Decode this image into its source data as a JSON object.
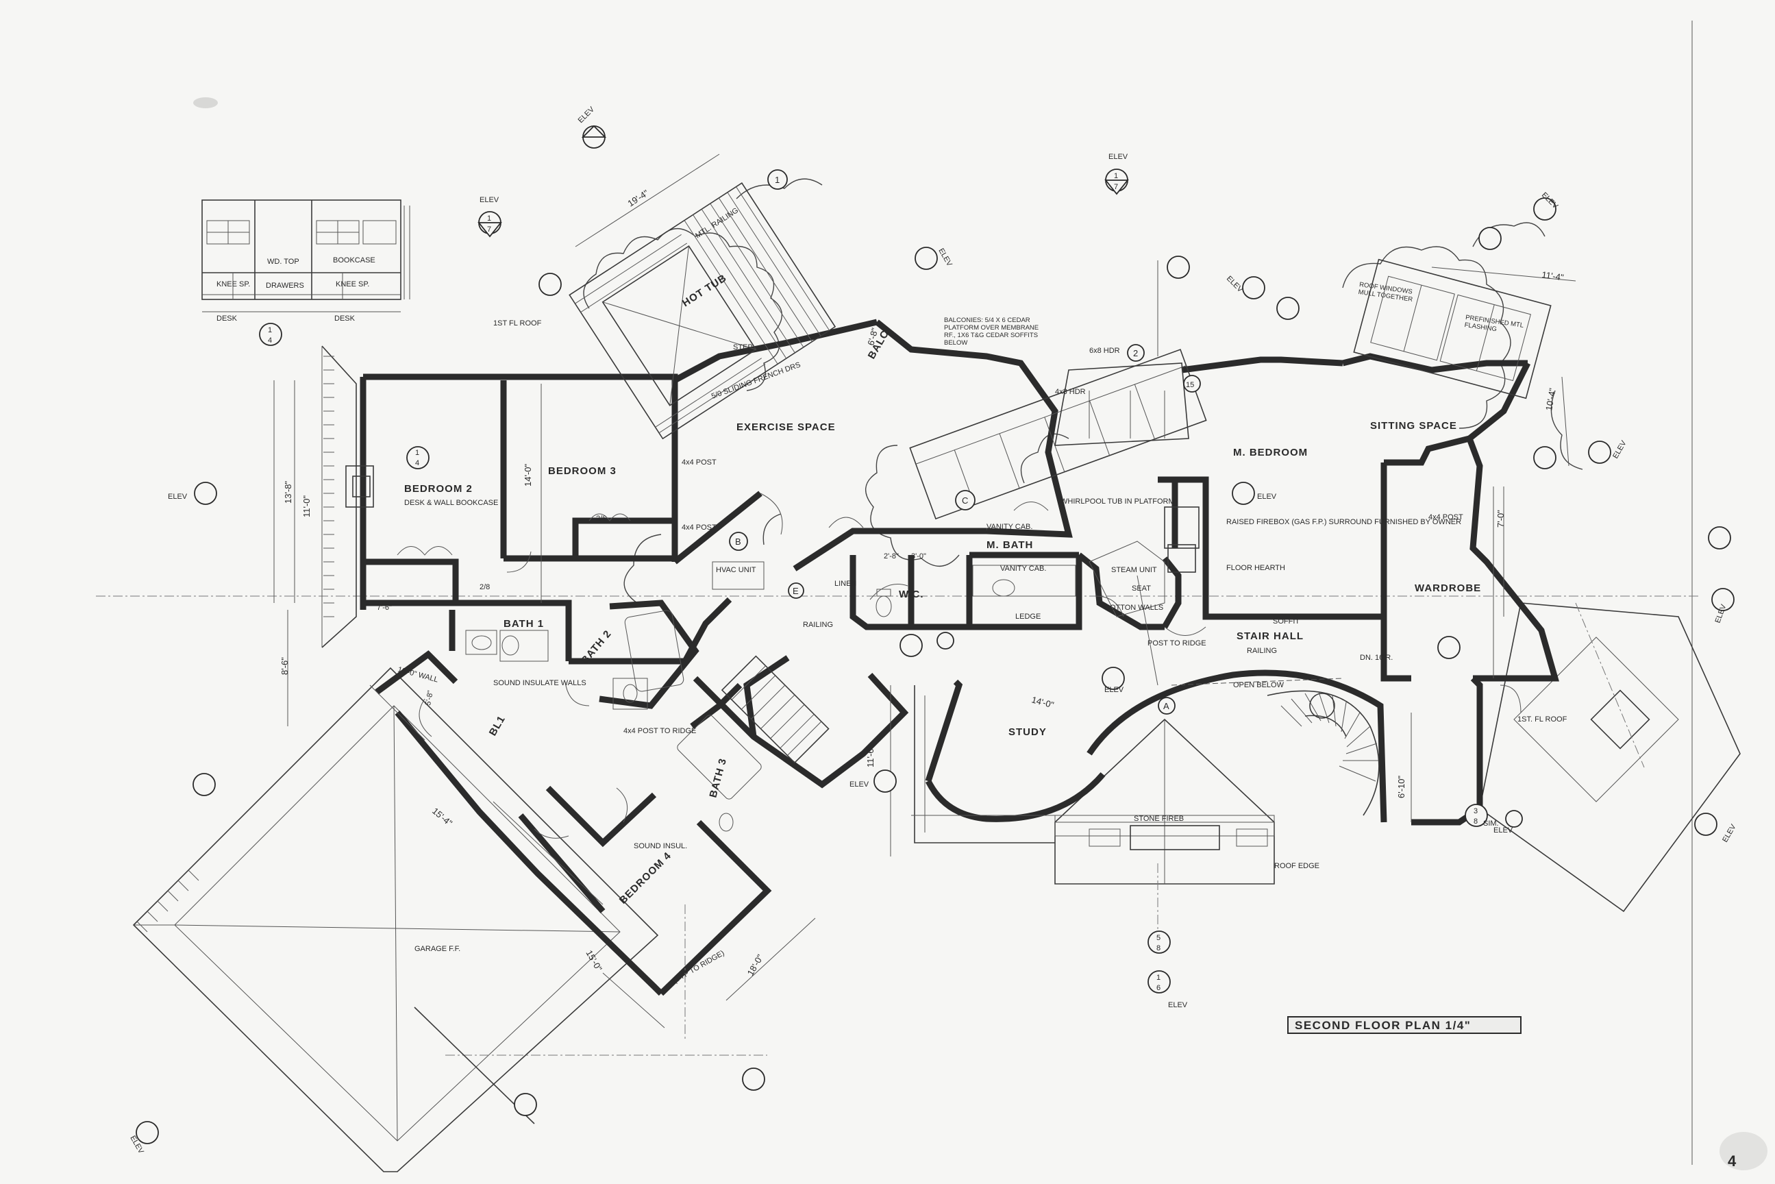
{
  "rooms": {
    "exercise_space": "EXERCISE SPACE",
    "hot_tub": "HOT TUB",
    "balc": "BALC",
    "bedroom2": "BEDROOM 2",
    "bedroom3": "BEDROOM 3",
    "bedroom4": "BEDROOM 4",
    "bath1": "BATH 1",
    "bath2": "BATH 2",
    "bath3": "BATH 3",
    "m_bath": "M. BATH",
    "wc": "W.C.",
    "m_bedroom": "M. BEDROOM",
    "sitting_space": "SITTING SPACE",
    "wardrobe": "WARDROBE",
    "stair_hall": "STAIR HALL",
    "study": "STUDY",
    "bl1": "BL1"
  },
  "notes": {
    "desk_wall_bookcase": "DESK & WALL BOOKCASE",
    "sound_insulate_walls": "SOUND INSULATE WALLS",
    "sound_insul": "SOUND INSUL.",
    "hvac_unit": "HVAC UNIT",
    "vanity_cab1": "VANITY CAB.",
    "vanity_cab2": "VANITY CAB.",
    "whirlpool_tub": "WHIRLPOOL TUB IN PLATFORM",
    "raised_firebox": "RAISED FIREBOX (GAS F.P.) SURROUND FURNISHED BY OWNER",
    "floor_hearth": "FLOOR HEARTH",
    "steam_unit": "STEAM UNIT",
    "seat": "SEAT",
    "cotton_walls": "COTTON WALLS",
    "ledge": "LEDGE",
    "linen": "LINEN",
    "railing1": "RAILING",
    "railing2": "RAILING",
    "post_4x4": "4x4 POST",
    "post_4x4_b": "4x4 POST",
    "post_4x4_ridge": "4x4 POST TO RIDGE",
    "soffit": "SOFFIT",
    "open_below": "OPEN BELOW",
    "dn_16r": "DN. 16 R.",
    "stone_fireb": "STONE FIREB",
    "roof_edge": "ROOF EDGE",
    "garage_ff": "GARAGE F.F.",
    "first_fl_roof_top": "1ST FL ROOF",
    "first_fl_roof_right": "1ST. FL ROOF",
    "balconies": "BALCONIES: 5/4 x 6 CEDAR PLATFORM OVER MEMBRANE RF., 1x6 T&G CEDAR SOFFITS BELOW",
    "roof_windows": "ROOF WINDOWS MULL TOGETHER",
    "prefinished_flashing": "PREFINISHED MTL FLASHING",
    "sliding_french": "5/0 SLIDING FRENCH DRS",
    "mtl_railing": "MTL. RAILING",
    "step": "STEP",
    "header_6x8": "6x8 HDR",
    "header_4x8": "4x8 HDR",
    "tall_wall": "10'-0\" WALL",
    "typ_to_ridge": "(TYP TO RIDGE)",
    "post_to_ridge": "POST TO RIDGE"
  },
  "casework": {
    "wd_top": "WD. TOP",
    "bookcase": "BOOKCASE",
    "drawers": "DRAWERS",
    "knee_sp1": "KNEE SP.",
    "knee_sp2": "KNEE SP.",
    "desk1": "DESK",
    "desk2": "DESK"
  },
  "dimensions": {
    "exercise_width": "19'-4\"",
    "sitting_width": "11'-4\"",
    "bedroom2_depth": "13'-8\"",
    "bedroom2_width": "11'-0\"",
    "bedroom3_depth": "14'-0\"",
    "bath_width": "8'-6\"",
    "wing_15_4": "15'-4\"",
    "wing_15_0": "15'-0\"",
    "wing_18_0": "18'-0\"",
    "study_depth": "11'-6\"",
    "study_width": "14'-0\"",
    "stair_depth": "6'-10\"",
    "balc_depth": "6'-8\"",
    "wardrobe_depth": "7'-0\"",
    "m_bedroom_depth": "10'-4\"",
    "bath_door_1": "2/8",
    "bath_door_2": "2/6",
    "dim_3_0": "3'-0\"",
    "dim_2_8": "2'-8\"",
    "dim_7_6": "7'-6\"",
    "dim_5_8": "5'-8\""
  },
  "markers": {
    "elev": "ELEV",
    "sim": "SIM.",
    "grid_a": "A",
    "grid_b": "B",
    "grid_c": "C",
    "grid_e": "E",
    "n1": "1",
    "n2": "2",
    "n15": "15",
    "s1": "1",
    "s4": "4",
    "s5": "5",
    "s6": "6",
    "s7": "7",
    "s8": "8",
    "s3": "3"
  },
  "title": "SECOND FLOOR PLAN 1/4\"",
  "sheet_number": "4",
  "colors": {
    "paper": "#f6f6f4",
    "ink": "#2b2b2b"
  }
}
